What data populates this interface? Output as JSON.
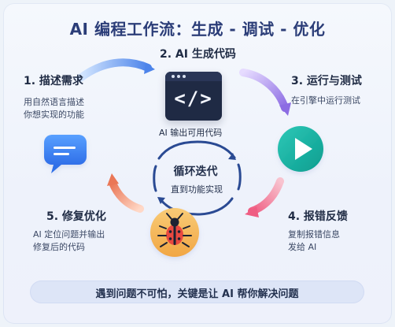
{
  "header": {
    "title": "AI 编程工作流：生成 - 调试 - 优化"
  },
  "steps": {
    "describe": {
      "title": "1. 描述需求",
      "desc_line1": "用自然语言描述",
      "desc_line2": "你想实现的功能"
    },
    "generate": {
      "title": "2. AI 生成代码",
      "code_symbol": "</>",
      "caption": "AI 输出可用代码"
    },
    "test": {
      "title": "3. 运行与测试",
      "desc": "在引擎中运行测试"
    },
    "report": {
      "title": "4. 报错反馈",
      "desc_line1": "复制报错信息",
      "desc_line2": "发给 AI"
    },
    "fix": {
      "title": "5. 修复优化",
      "desc_line1": "AI 定位问题并输出",
      "desc_line2": "修复后的代码"
    }
  },
  "center": {
    "title": "循环迭代",
    "desc": "直到功能实现"
  },
  "footer": {
    "text": "遇到问题不可怕，关键是让 AI 帮你解决问题"
  },
  "colors": {
    "title": "#2b3d78",
    "chat": "#3b82f6",
    "play": "#18b7a4",
    "bug": "#f2b55c",
    "arrow_blue": "#4a84e7",
    "arrow_purple": "#9a76e8",
    "arrow_pink": "#eb5d7e",
    "arrow_orange": "#ee8a61"
  },
  "icons": {
    "describe": "chat-bubble-icon",
    "generate": "code-window-icon",
    "test": "play-icon",
    "fix": "bug-icon"
  }
}
